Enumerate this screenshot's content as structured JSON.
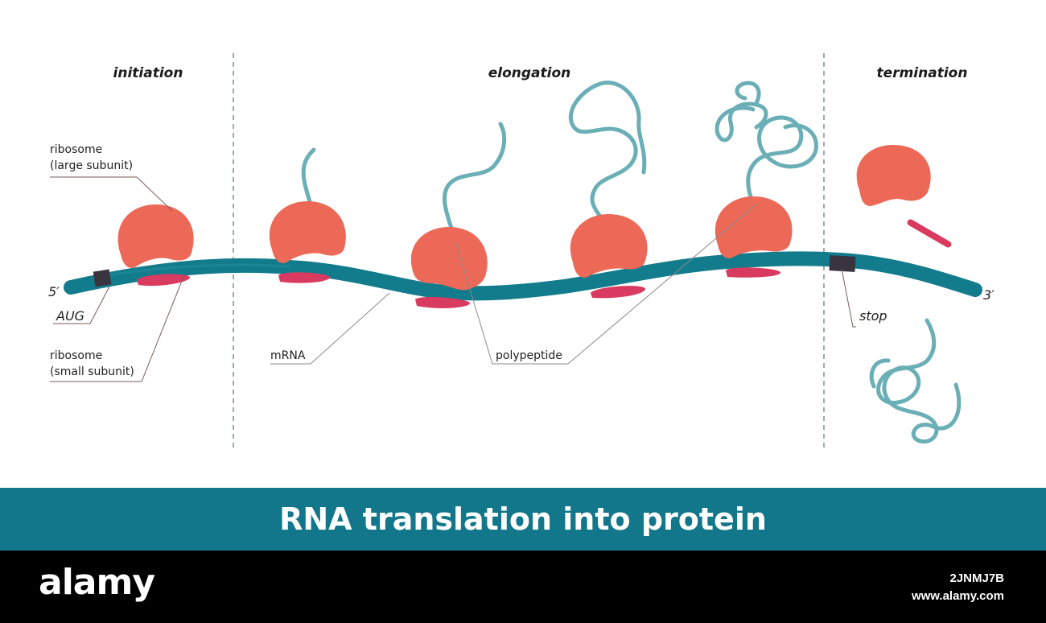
{
  "phases": {
    "initiation": "initiation",
    "elongation": "elongation",
    "termination": "termination"
  },
  "labels": {
    "large_subunit_1": "ribosome",
    "large_subunit_2": "(large subunit)",
    "small_subunit_1": "ribosome",
    "small_subunit_2": "(small subunit)",
    "start_codon": "AUG",
    "mrna": "mRNA",
    "polypeptide": "polypeptide",
    "stop_codon": "stop",
    "five_prime": "5′",
    "three_prime": "3′"
  },
  "title": "RNA translation into protein",
  "footer": {
    "brand": "alamy",
    "image_id": "2JNMJ7B",
    "site": "www.alamy.com"
  },
  "colors": {
    "mrna": "#137c8c",
    "ribosome_large": "#ec6958",
    "ribosome_small": "#d93a5f",
    "polypeptide": "#6bafb6",
    "codon": "#3a3440",
    "banner": "#12778a"
  }
}
